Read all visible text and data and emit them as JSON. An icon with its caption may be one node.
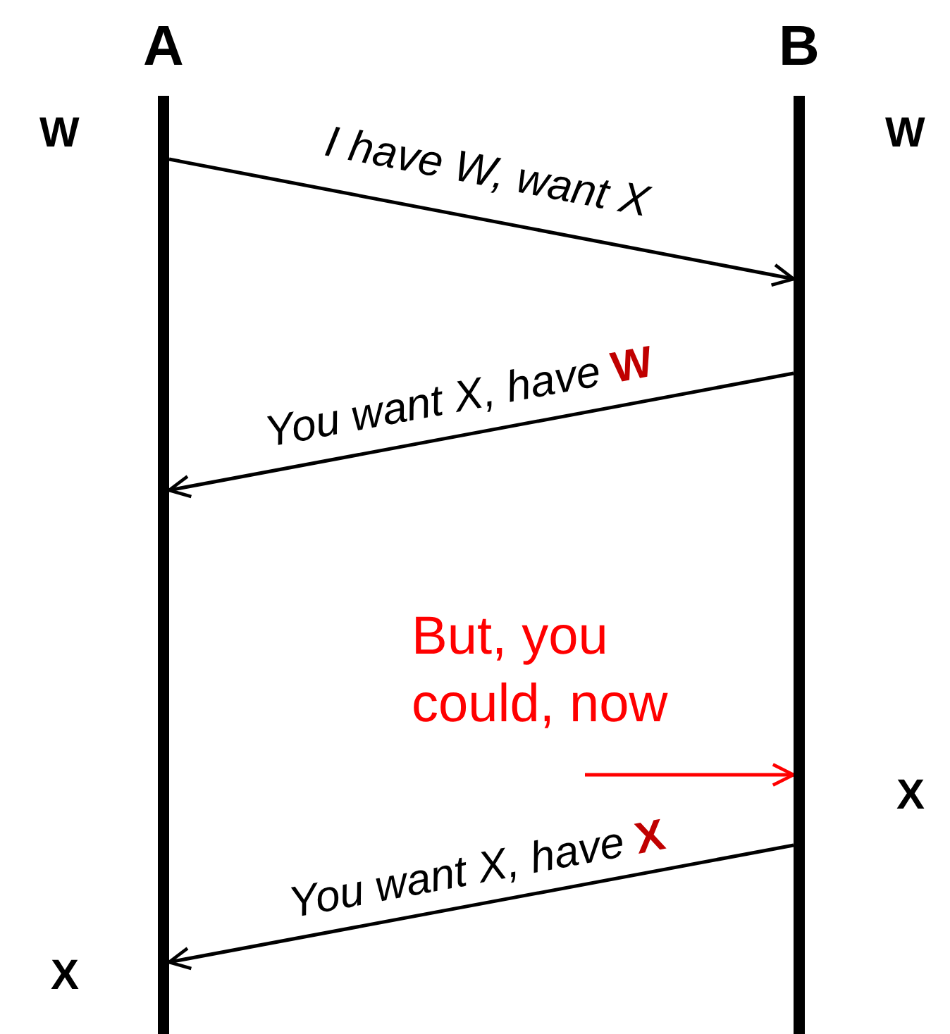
{
  "diagram": {
    "nodes": [
      {
        "text": [
          "A"
        ]
      },
      {
        "text": [
          "B"
        ]
      }
    ],
    "edges": [
      {
        "from": 0,
        "to": 1,
        "arrow": "to",
        "label": "I have W, want X"
      },
      {
        "from": 1,
        "to": 0,
        "arrow": "to",
        "label": "You want X, have **W**"
      },
      {
        "from": null,
        "to": 1,
        "arrow": "to",
        "label": "But, you could, now",
        "color": "#ff0000"
      },
      {
        "from": 1,
        "to": 0,
        "arrow": "to",
        "label": "You want X, have **X**"
      }
    ],
    "labels": [
      "W",
      "W",
      "X",
      "X"
    ]
  }
}
